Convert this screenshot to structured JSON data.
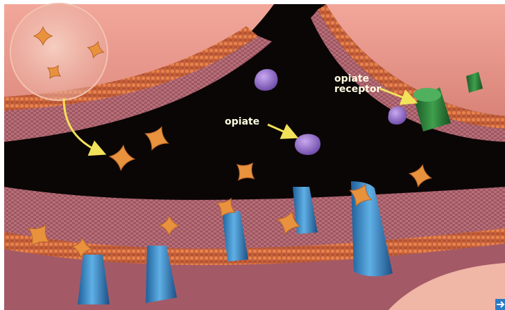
{
  "labels": {
    "opiate": "opiate",
    "receptor_line1": "opiate",
    "receptor_line2": "receptor"
  },
  "colors": {
    "background": "#ffffff",
    "synaptic_cleft": "#0b0606",
    "neuron_membrane": "#e8958a",
    "membrane_surface": "#b0636a",
    "neurotransmitter": "#e8923e",
    "opiate_molecule": "#8a66c4",
    "opiate_receptor": "#2e8a3a",
    "neurotransmitter_receptor": "#3a86c2",
    "label_text": "#fffbe0",
    "arrow": "#f2e25a"
  },
  "icons": {
    "neurotransmitter": "four-point-star",
    "opiate": "lumpy-purple-blob",
    "opiate_receptor": "green-cylinder",
    "receptor": "blue-cone",
    "corner_badge": "blue-arrow-icon"
  }
}
